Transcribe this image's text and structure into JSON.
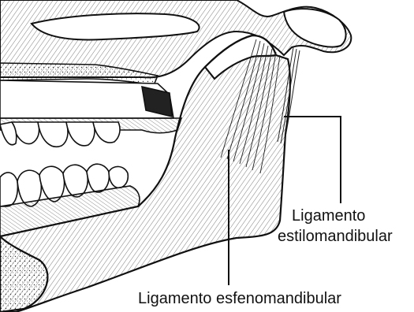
{
  "diagram": {
    "labels": {
      "stylomandibular_line1": "Ligamento",
      "stylomandibular_line2": "estilomandibular",
      "sphenomandibular": "Ligamento esfenomandibular"
    },
    "colors": {
      "ink": "#111111",
      "background": "#ffffff",
      "bone_fill": "#ffffff",
      "hatch": "#333333"
    }
  }
}
